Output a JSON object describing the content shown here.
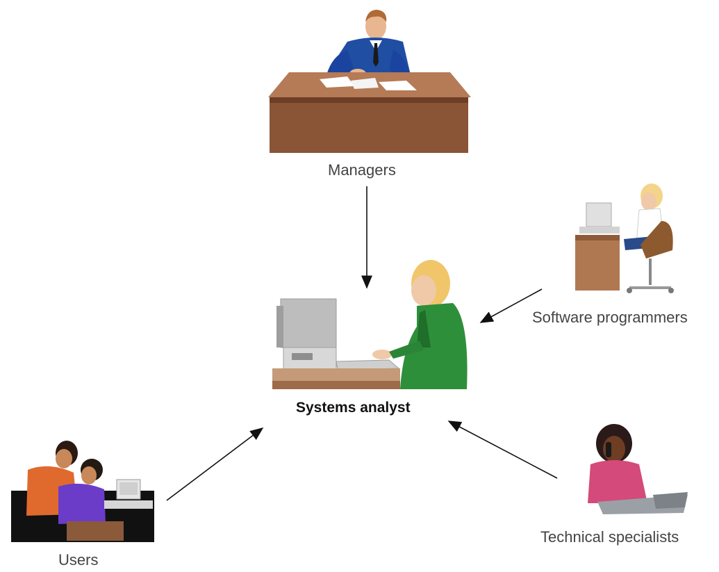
{
  "nodes": {
    "managers": {
      "label": "Managers"
    },
    "analyst": {
      "label": "Systems analyst"
    },
    "programmers": {
      "label": "Software programmers"
    },
    "users": {
      "label": "Users"
    },
    "specialists": {
      "label": "Technical specialists"
    }
  },
  "edges": [
    {
      "from": "managers",
      "to": "analyst"
    },
    {
      "from": "programmers",
      "to": "analyst"
    },
    {
      "from": "users",
      "to": "analyst"
    },
    {
      "from": "specialists",
      "to": "analyst"
    }
  ]
}
